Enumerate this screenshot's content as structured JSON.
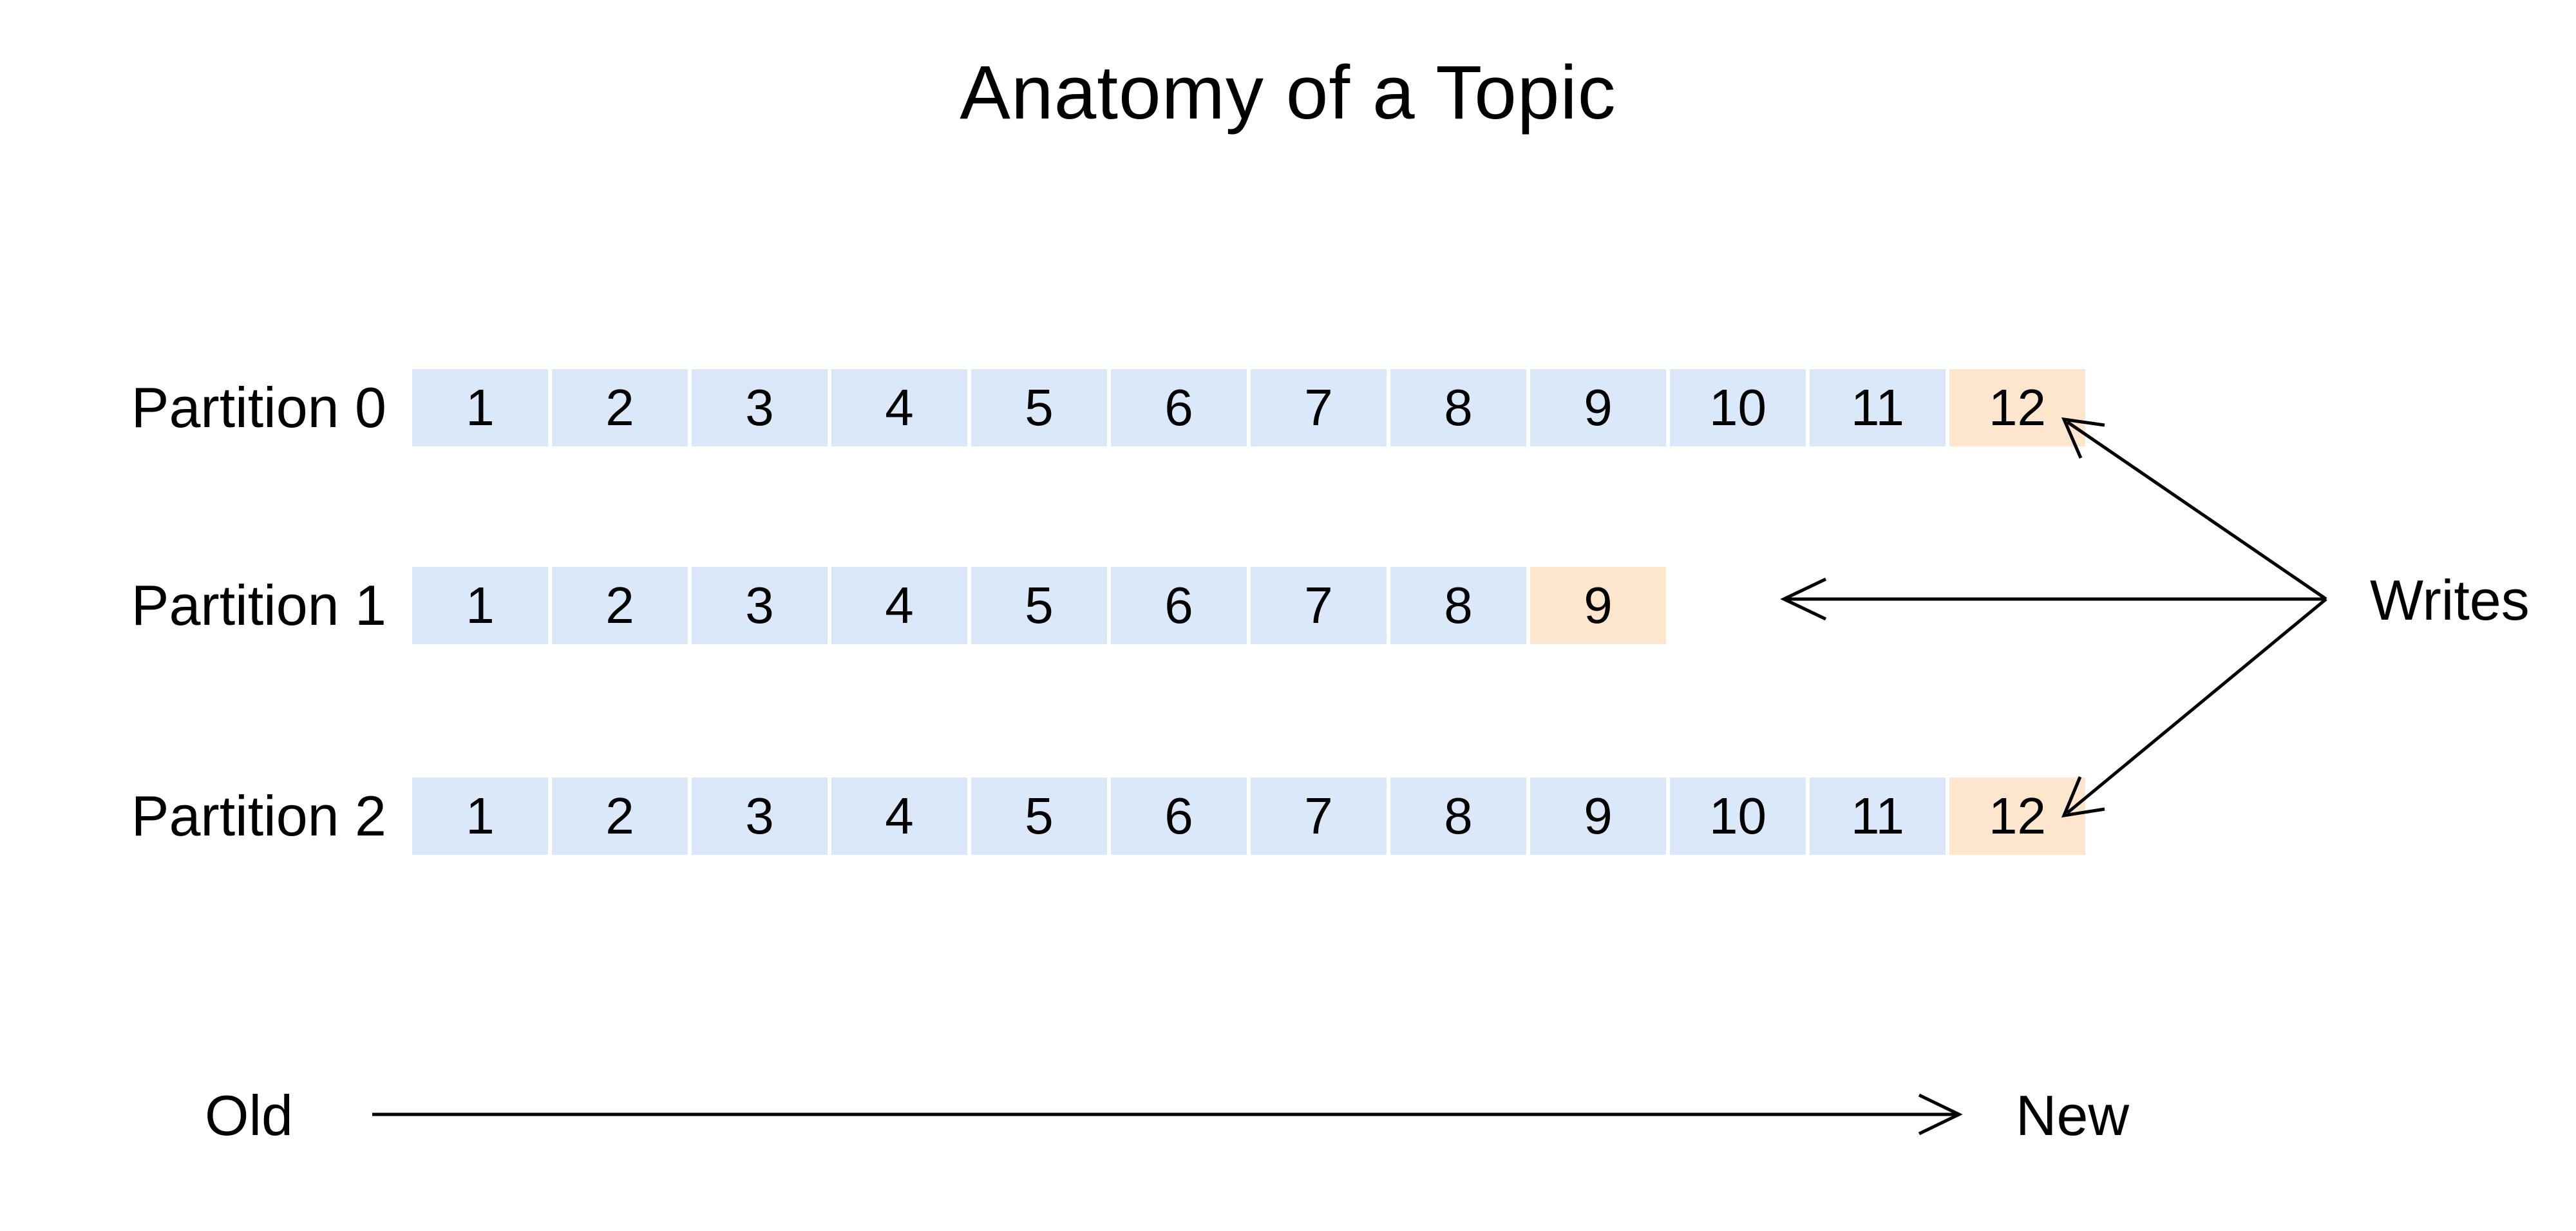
{
  "title": "Anatomy of a Topic",
  "colors": {
    "background": "#ffffff",
    "committed_cell": "#dbe8fa",
    "pending_cell": "#fde6cd",
    "stroke": "#000000",
    "text": "#000000"
  },
  "partitions": [
    {
      "label": "Partition 0",
      "offsets": [
        {
          "value": "1",
          "state": "committed"
        },
        {
          "value": "2",
          "state": "committed"
        },
        {
          "value": "3",
          "state": "committed"
        },
        {
          "value": "4",
          "state": "committed"
        },
        {
          "value": "5",
          "state": "committed"
        },
        {
          "value": "6",
          "state": "committed"
        },
        {
          "value": "7",
          "state": "committed"
        },
        {
          "value": "8",
          "state": "committed"
        },
        {
          "value": "9",
          "state": "committed"
        },
        {
          "value": "10",
          "state": "committed"
        },
        {
          "value": "11",
          "state": "committed"
        },
        {
          "value": "12",
          "state": "pending"
        }
      ]
    },
    {
      "label": "Partition 1",
      "offsets": [
        {
          "value": "1",
          "state": "committed"
        },
        {
          "value": "2",
          "state": "committed"
        },
        {
          "value": "3",
          "state": "committed"
        },
        {
          "value": "4",
          "state": "committed"
        },
        {
          "value": "5",
          "state": "committed"
        },
        {
          "value": "6",
          "state": "committed"
        },
        {
          "value": "7",
          "state": "committed"
        },
        {
          "value": "8",
          "state": "committed"
        },
        {
          "value": "9",
          "state": "pending"
        }
      ]
    },
    {
      "label": "Partition 2",
      "offsets": [
        {
          "value": "1",
          "state": "committed"
        },
        {
          "value": "2",
          "state": "committed"
        },
        {
          "value": "3",
          "state": "committed"
        },
        {
          "value": "4",
          "state": "committed"
        },
        {
          "value": "5",
          "state": "committed"
        },
        {
          "value": "6",
          "state": "committed"
        },
        {
          "value": "7",
          "state": "committed"
        },
        {
          "value": "8",
          "state": "committed"
        },
        {
          "value": "9",
          "state": "committed"
        },
        {
          "value": "10",
          "state": "committed"
        },
        {
          "value": "11",
          "state": "committed"
        },
        {
          "value": "12",
          "state": "pending"
        }
      ]
    }
  ],
  "writes": {
    "label": "Writes"
  },
  "time_axis": {
    "old_label": "Old",
    "new_label": "New"
  }
}
